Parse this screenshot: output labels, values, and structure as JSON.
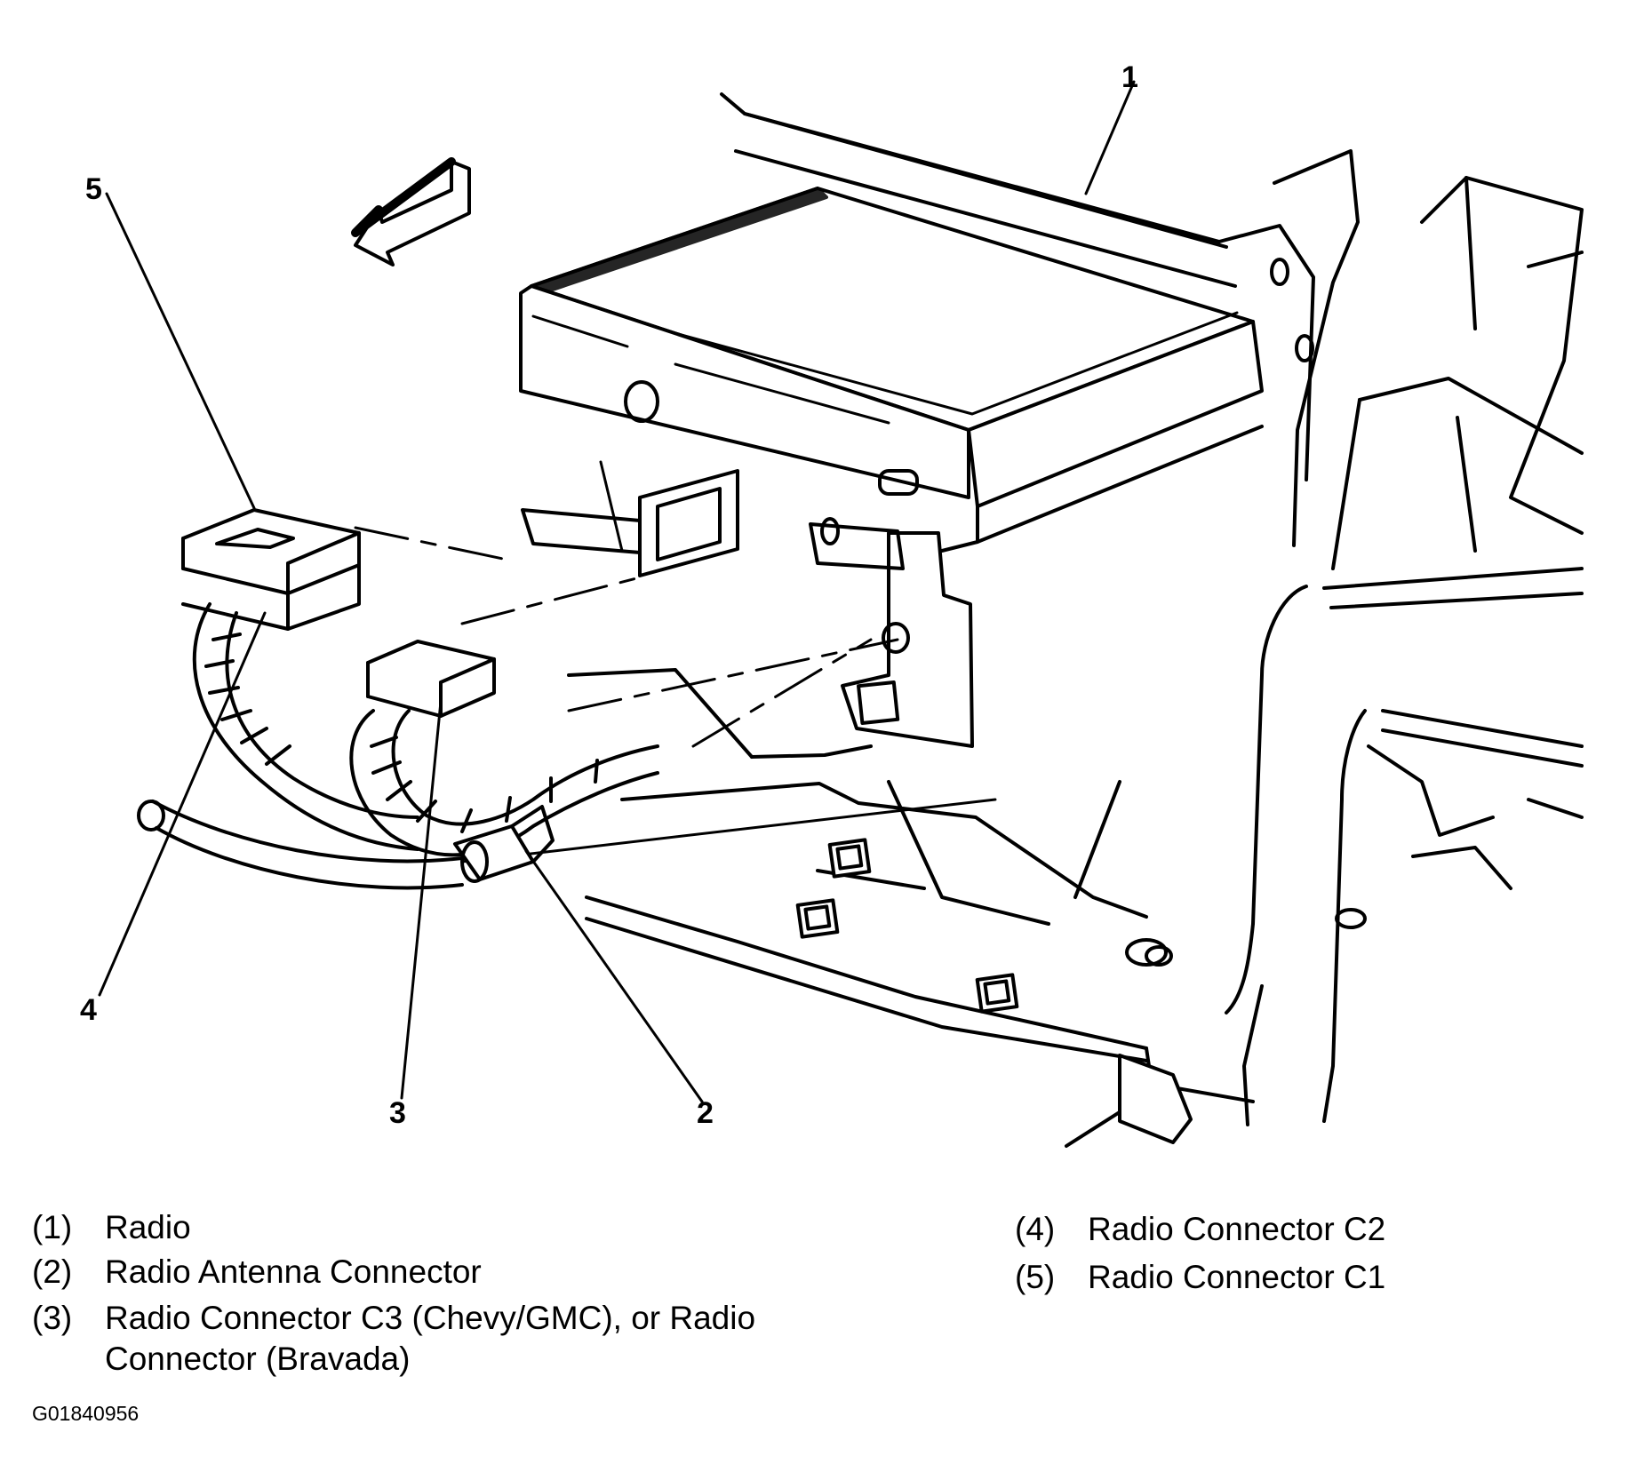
{
  "callouts": {
    "c1": "1",
    "c2": "2",
    "c3": "3",
    "c4": "4",
    "c5": "5"
  },
  "legend": [
    {
      "num": "(1)",
      "text": "Radio"
    },
    {
      "num": "(2)",
      "text": "Radio Antenna Connector"
    },
    {
      "num": "(3)",
      "text": "Radio Connector C3 (Chevy/GMC), or Radio",
      "text2": "Connector (Bravada)"
    },
    {
      "num": "(4)",
      "text": "Radio Connector C2"
    },
    {
      "num": "(5)",
      "text": "Radio Connector C1"
    }
  ],
  "figure_id": "G01840956",
  "colors": {
    "ink": "#000000",
    "paper": "#ffffff"
  }
}
